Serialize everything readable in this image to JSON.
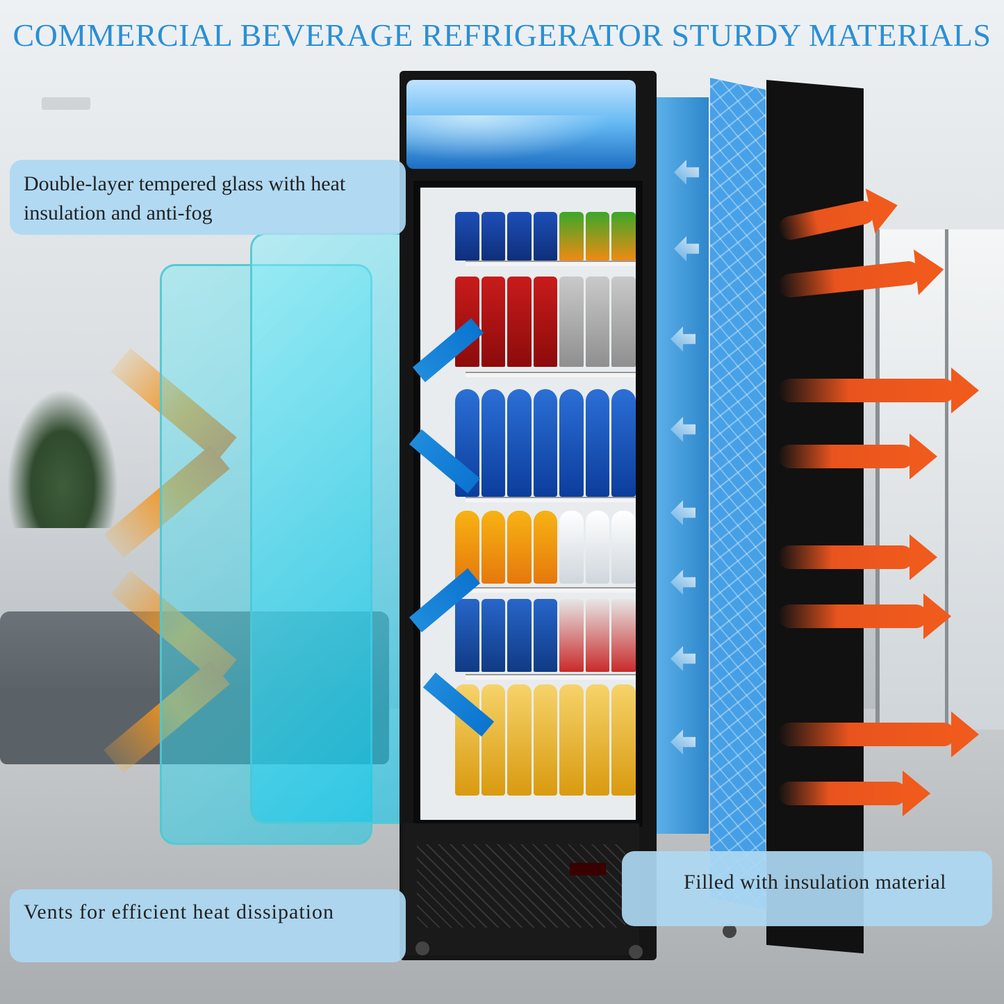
{
  "title": "COMMERCIAL BEVERAGE REFRIGERATOR STURDY MATERIALS",
  "callouts": {
    "glass": "Double-layer tempered glass with heat insulation and anti-fog",
    "vents": "Vents for efficient heat dissipation",
    "insulation": "Filled with insulation material"
  },
  "colors": {
    "title": "#2a8fd6",
    "callout_bg": "#add8f2",
    "heat_arrow": "#f05a1c",
    "cold_arrow": "#1f8cdc",
    "insulation": "#3f9ee8"
  }
}
